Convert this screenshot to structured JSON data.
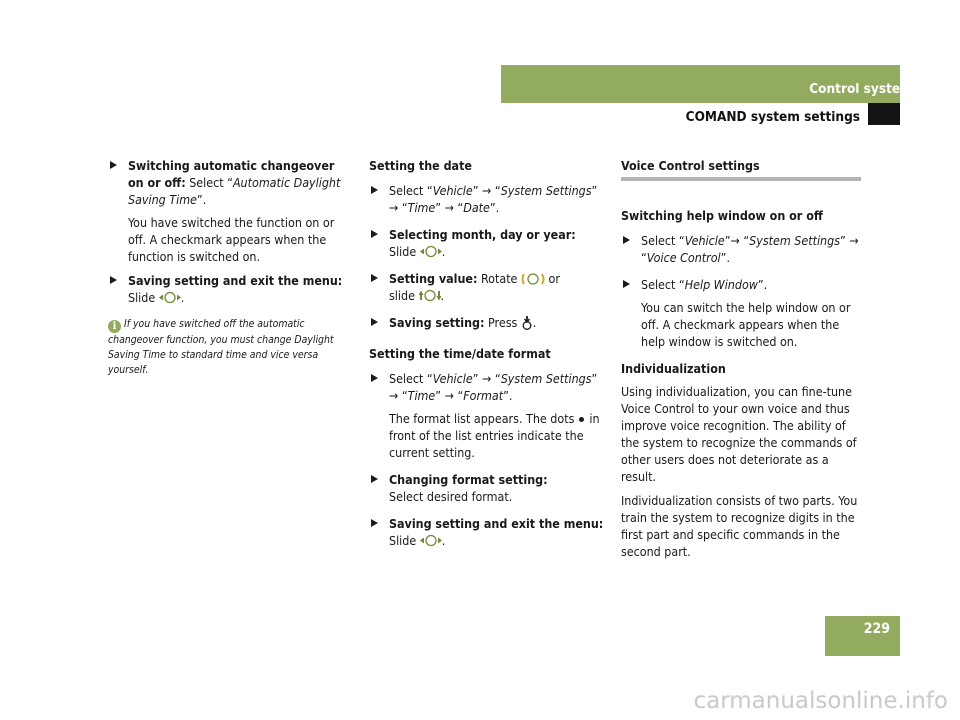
{
  "header": {
    "section": "Control systems",
    "subsection": "COMAND system settings",
    "page_number": "229"
  },
  "col1": {
    "step1_bold": "Switching automatic changeover on or off:",
    "step1_select": "Select “",
    "step1_item": "Automatic Daylight Saving Time",
    "step1_end": "”.",
    "step1_desc": "You have switched the function on or off. A checkmark appears when the function is switched on.",
    "step2_bold": "Saving setting and exit the menu:",
    "step2_slide": "Slide",
    "step2_end": ".",
    "note_icon": "i",
    "note": "If you have switched off the automatic changeover function, you must change Daylight Saving Time to standard time and vice versa yourself."
  },
  "col2": {
    "date_head": "Setting the date",
    "d1_a": "Select “",
    "d1_b": "Vehicle",
    "d1_c": "” → “",
    "d1_d": "System Settings",
    "d1_e": "” → “",
    "d1_f": "Time",
    "d1_g": "” → “",
    "d1_h": "Date",
    "d1_i": "”.",
    "d2_bold": "Selecting month, day or year:",
    "d2_slide": "Slide",
    "d2_end": ".",
    "d3_bold": "Setting value:",
    "d3_rotate": "Rotate",
    "d3_or": "or",
    "d3_slide": "slide",
    "d3_end": ".",
    "d4_bold": "Saving setting:",
    "d4_press": "Press",
    "d4_end": ".",
    "fmt_head": "Setting the time/date format",
    "f1_a": "Select “",
    "f1_b": "Vehicle",
    "f1_c": "” → “",
    "f1_d": "System Settings",
    "f1_e": "” → “",
    "f1_f": "Time",
    "f1_g": "” → “",
    "f1_h": "Format",
    "f1_i": "”.",
    "f1_desc_a": "The format list appears. The dots",
    "f1_desc_b": "in front of the list entries indicate the current setting.",
    "f2_bold": "Changing format setting:",
    "f2_text": "Select desired format.",
    "f3_bold": "Saving setting and exit the menu:",
    "f3_slide": "Slide",
    "f3_end": "."
  },
  "col3": {
    "section_head": "Voice Control settings",
    "help_head": "Switching help window on or off",
    "h1_a": "Select “",
    "h1_b": "Vehicle",
    "h1_c": "”→ “",
    "h1_d": "System Settings",
    "h1_e": "” → “",
    "h1_f": "Voice Control",
    "h1_g": "”.",
    "h2_a": "Select “",
    "h2_b": "Help Window",
    "h2_c": "”.",
    "h2_desc": "You can switch the help window on or off. A checkmark appears when the help window is switched on.",
    "ind_head": "Individualization",
    "ind_p1": "Using individualization, you can fine-tune Voice Control to your own voice and thus improve voice recognition. The ability of the system to recognize the commands of other users does not deteriorate as a result.",
    "ind_p2": "Individualization consists of two parts. You train the system to recognize digits in the first part and specific commands in the second part."
  },
  "watermark": "carmanualsonline.info",
  "colors": {
    "accent": "#93ab5e",
    "rule": "#b3b3b3",
    "tab": "#141414"
  }
}
